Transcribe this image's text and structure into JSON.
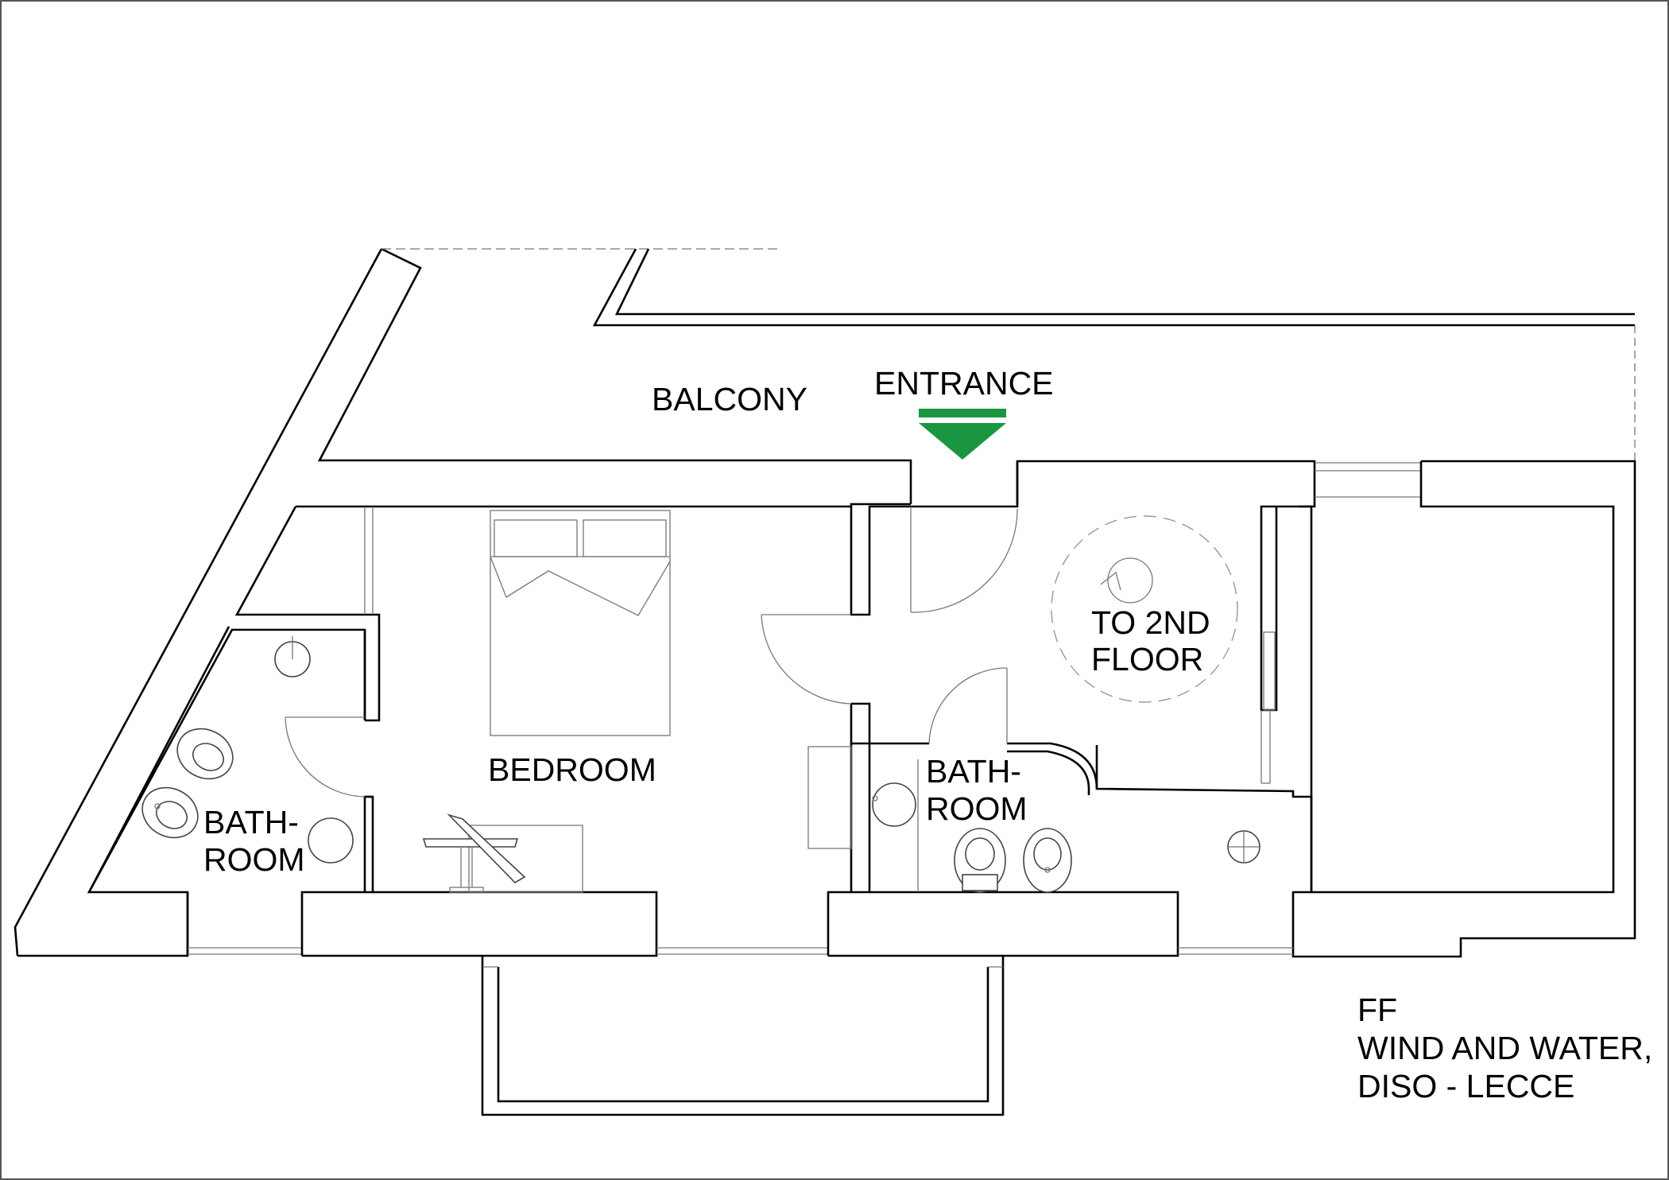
{
  "rooms": {
    "balcony": "BALCONY",
    "entrance": "ENTRANCE",
    "stairs_line1": "TO 2ND",
    "stairs_line2": "FLOOR",
    "bedroom": "BEDROOM",
    "bath_left_line1": "BATH-",
    "bath_left_line2": "ROOM",
    "bath_right_line1": "BATH-",
    "bath_right_line2": "ROOM"
  },
  "caption": {
    "line1": "FF",
    "line2": "WIND AND WATER,",
    "line3": "DISO - LECCE"
  },
  "colors": {
    "entrance_arrow": "#1a9641",
    "walls": "#000000",
    "background": "#ffffff"
  },
  "icons": [
    "entrance-arrow-icon",
    "bed-icon",
    "toilet-icon",
    "bidet-icon",
    "sink-icon",
    "shower-icon",
    "desk-chair-icon",
    "spiral-stair-icon",
    "drain-icon"
  ]
}
